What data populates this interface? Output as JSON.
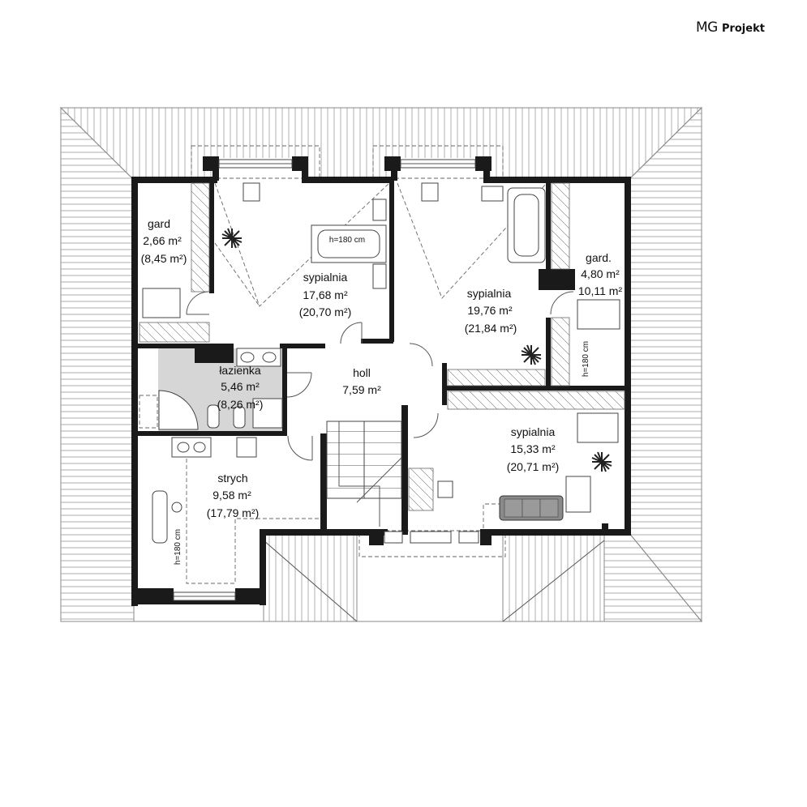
{
  "brand": {
    "logo_mg": "MG",
    "logo_projekt": "Projekt"
  },
  "rooms": {
    "gard1": {
      "name": "gard",
      "area": "2,66 m²",
      "gross": "(8,45 m²)"
    },
    "sypialnia1": {
      "name": "sypialnia",
      "area": "17,68 m²",
      "gross": "(20,70 m²)"
    },
    "sypialnia2": {
      "name": "sypialnia",
      "area": "19,76 m²",
      "gross": "(21,84 m²)"
    },
    "gard2": {
      "name": "gard.",
      "area": "4,80 m²",
      "gross": "10,11 m²"
    },
    "lazienka": {
      "name": "łazienka",
      "area": "5,46 m²",
      "gross": "(8,26 m²)"
    },
    "holl": {
      "name": "holl",
      "area": "7,59 m²"
    },
    "sypialnia3": {
      "name": "sypialnia",
      "area": "15,33 m²",
      "gross": "(20,71 m²)"
    },
    "strych": {
      "name": "strych",
      "area": "9,58 m²",
      "gross": "(17,79 m²)"
    }
  },
  "height_notes": {
    "bath": "h=180 cm",
    "gard2": "h=180 cm",
    "strych": "h=180 cm"
  },
  "colors": {
    "wall": "#1a1a1a",
    "bathroom_floor": "#d6d6d6",
    "roof_line": "#9a9a9a"
  }
}
